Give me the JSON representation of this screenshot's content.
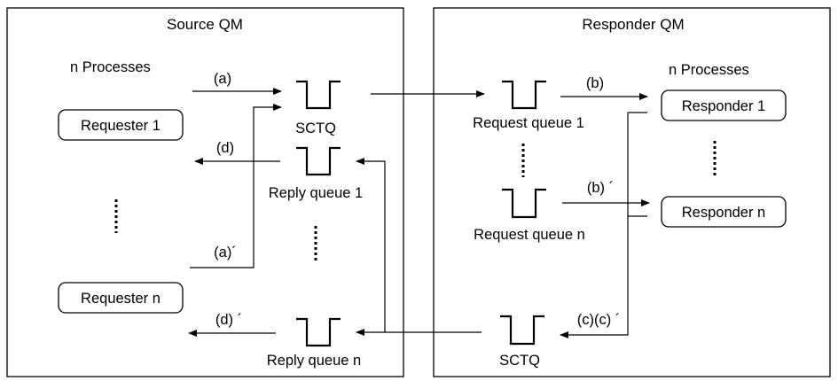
{
  "source_qm": {
    "title": "Source QM",
    "processes_label": "n Processes",
    "requester_1": "Requester 1",
    "requester_n": "Requester n",
    "sctq_label": "SCTQ",
    "reply_queue_1": "Reply queue 1",
    "reply_queue_n": "Reply queue n",
    "arrows": {
      "a": "(a)",
      "a_prime": "(a)´",
      "d": "(d)",
      "d_prime": "(d) ´"
    }
  },
  "responder_qm": {
    "title": "Responder QM",
    "processes_label": "n Processes",
    "responder_1": "Responder 1",
    "responder_n": "Responder n",
    "request_queue_1": "Request queue 1",
    "request_queue_n": "Request queue n",
    "sctq_label": "SCTQ",
    "arrows": {
      "b": "(b)",
      "b_prime": "(b) ´",
      "c": "(c)(c) ´"
    }
  },
  "colors": {
    "stroke": "#000000",
    "background": "#ffffff"
  }
}
